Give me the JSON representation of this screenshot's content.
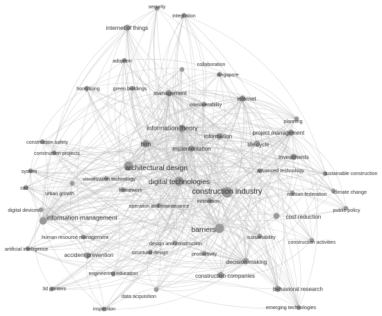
{
  "network": {
    "nodes": [
      {
        "id": "security",
        "label": "security",
        "weight": 1
      },
      {
        "id": "integration",
        "label": "integration",
        "weight": 1
      },
      {
        "id": "internet_of_things",
        "label": "internet of things",
        "weight": 2
      },
      {
        "id": "adoption",
        "label": "adoption",
        "weight": 1
      },
      {
        "id": "collaboration",
        "label": "collaboration",
        "weight": 1
      },
      {
        "id": "singapore",
        "label": "singapore",
        "weight": 1
      },
      {
        "id": "hong_kong",
        "label": "hong kong",
        "weight": 1
      },
      {
        "id": "green_buildings",
        "label": "green buildings",
        "weight": 1
      },
      {
        "id": "management",
        "label": "management",
        "weight": 2
      },
      {
        "id": "internet",
        "label": "internet",
        "weight": 2
      },
      {
        "id": "interoperability",
        "label": "interoperability",
        "weight": 1
      },
      {
        "id": "planning",
        "label": "planning",
        "weight": 1
      },
      {
        "id": "information_theory",
        "label": "information theory",
        "weight": 3
      },
      {
        "id": "information",
        "label": "information",
        "weight": 2
      },
      {
        "id": "project_management",
        "label": "project management",
        "weight": 2
      },
      {
        "id": "construction_safety",
        "label": "construction safety",
        "weight": 1
      },
      {
        "id": "bim",
        "label": "bim",
        "weight": 3
      },
      {
        "id": "implementation",
        "label": "implementation",
        "weight": 2
      },
      {
        "id": "life_cycle",
        "label": "life cycle",
        "weight": 2
      },
      {
        "id": "construction_projects",
        "label": "construction projects",
        "weight": 1
      },
      {
        "id": "investments",
        "label": "investments",
        "weight": 2
      },
      {
        "id": "architectural_design",
        "label": "architectural design",
        "weight": 4
      },
      {
        "id": "system",
        "label": "system",
        "weight": 1
      },
      {
        "id": "visualization_technology",
        "label": "visualization technology",
        "weight": 1
      },
      {
        "id": "advanced_technology",
        "label": "advanced technology",
        "weight": 1
      },
      {
        "id": "sustainable_construction",
        "label": "sustainable construction",
        "weight": 1
      },
      {
        "id": "digital_technologies",
        "label": "digital technologies",
        "weight": 4
      },
      {
        "id": "cad",
        "label": "cad",
        "weight": 1
      },
      {
        "id": "urban_growth",
        "label": "urban growth",
        "weight": 1
      },
      {
        "id": "framework",
        "label": "framework",
        "weight": 1
      },
      {
        "id": "construction_industry",
        "label": "construction industry",
        "weight": 5
      },
      {
        "id": "russian_federation",
        "label": "russian federation",
        "weight": 1
      },
      {
        "id": "climate_change",
        "label": "climate change",
        "weight": 1
      },
      {
        "id": "innovation",
        "label": "innovation",
        "weight": 1
      },
      {
        "id": "digital_devices",
        "label": "digital devices",
        "weight": 1
      },
      {
        "id": "operation_and_maintenance",
        "label": "operation and maintenance",
        "weight": 1
      },
      {
        "id": "public_policy",
        "label": "public policy",
        "weight": 1
      },
      {
        "id": "information_management",
        "label": "information management",
        "weight": 3
      },
      {
        "id": "cost_reduction",
        "label": "cost reduction",
        "weight": 2
      },
      {
        "id": "barriers",
        "label": "barriers",
        "weight": 4
      },
      {
        "id": "human_resource_management",
        "label": "human resource management",
        "weight": 1
      },
      {
        "id": "sustainability",
        "label": "sustainability",
        "weight": 1
      },
      {
        "id": "design_and_construction",
        "label": "design and construction",
        "weight": 1
      },
      {
        "id": "construction_activities",
        "label": "construction activities",
        "weight": 1
      },
      {
        "id": "artificial_intelligence",
        "label": "artificial intelligence",
        "weight": 1
      },
      {
        "id": "accident_prevention",
        "label": "accident prevention",
        "weight": 2
      },
      {
        "id": "structural_design",
        "label": "structural design",
        "weight": 1
      },
      {
        "id": "productivity",
        "label": "productivity",
        "weight": 1
      },
      {
        "id": "decision_making",
        "label": "decision making",
        "weight": 2
      },
      {
        "id": "engineering_education",
        "label": "engineering education",
        "weight": 1
      },
      {
        "id": "construction_companies",
        "label": "construction companies",
        "weight": 2
      },
      {
        "id": "behavioral_research",
        "label": "behavioral research",
        "weight": 2
      },
      {
        "id": "3d_printers",
        "label": "3d printers",
        "weight": 1
      },
      {
        "id": "data_acquisition",
        "label": "data acquisition",
        "weight": 1
      },
      {
        "id": "emerging_technologies",
        "label": "emerging technologies",
        "weight": 1
      },
      {
        "id": "inspection",
        "label": "inspection",
        "weight": 1
      }
    ]
  }
}
